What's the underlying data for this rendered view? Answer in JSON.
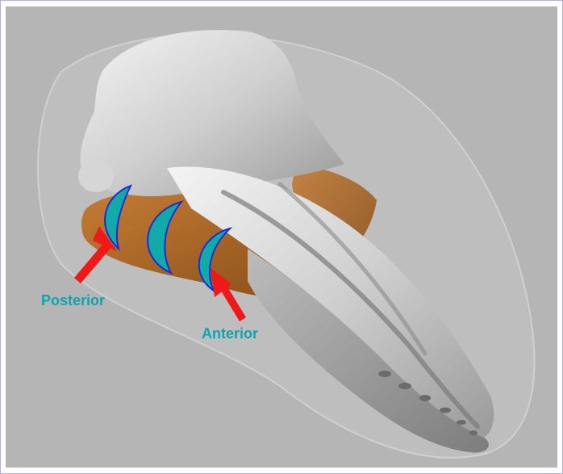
{
  "image": {
    "subject": "3D rendering of a skull with orange structure and highlighted crescents",
    "background_color": "#b5b5b5",
    "frame_border_color": "#b9aee0"
  },
  "colors": {
    "bone": "#d9d9d9",
    "tissue_orange": "#b06a26",
    "crescent_fill": "#12aaa8",
    "crescent_outline": "#1a2bd8",
    "arrow": "#f01818",
    "label_text": "#0fa3ad"
  },
  "annotations": {
    "posterior_label": "Posterior",
    "anterior_label": "Anterior"
  }
}
